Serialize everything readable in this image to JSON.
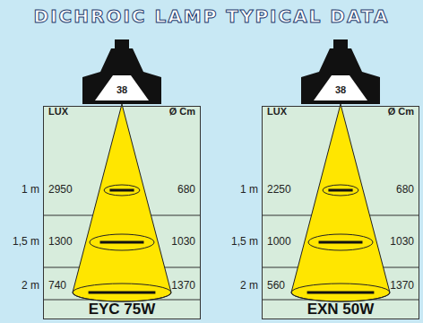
{
  "diagram": {
    "title": "DICHROIC LAMP TYPICAL DATA",
    "nodes": [
      {
        "text": [
          "EYC 75W"
        ]
      },
      {
        "text": [
          "EXN 50W"
        ]
      }
    ],
    "labels": [
      "38",
      "LUX",
      "Ø Cm",
      "1 m",
      "2950",
      "680",
      "1,5 m",
      "1300",
      "1030",
      "2 m",
      "740",
      "1370",
      "38",
      "LUX",
      "Ø Cm",
      "1 m",
      "2250",
      "680",
      "1,5 m",
      "1000",
      "1030",
      "2 m",
      "560",
      "1370"
    ]
  }
}
